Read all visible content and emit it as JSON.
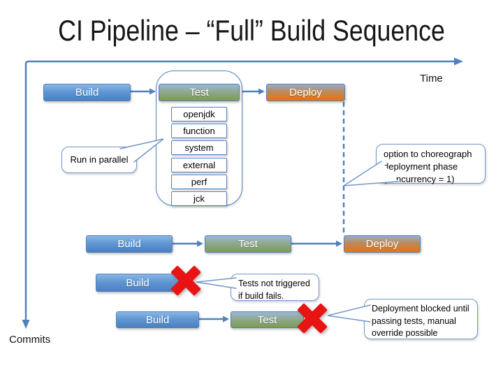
{
  "title": "CI Pipeline – “Full” Build Sequence",
  "axes": {
    "time": "Time",
    "commits": "Commits"
  },
  "stages": {
    "build": "Build",
    "test": "Test",
    "deploy": "Deploy"
  },
  "test_suites": [
    "openjdk",
    "function",
    "system",
    "external",
    "perf",
    "jck"
  ],
  "callouts": {
    "run_in_parallel": "Run in parallel",
    "choreograph": "option to choreograph deployment phase (concurrency = 1)",
    "tests_not_triggered": "Tests not triggered if build fails.",
    "deployment_blocked": "Deployment blocked until passing tests, manual override possible"
  },
  "colors": {
    "accent_blue": "#4f81bd",
    "callout_border_blue": "#7296c9",
    "fail_red": "#e81313",
    "build_gradient_top": "#8ab7e7",
    "build_gradient_bottom": "#4a80c0",
    "test_gradient_top": "#9cb8d6",
    "test_gradient_bottom": "#7d9b52",
    "deploy_gradient_top": "#9dabc8",
    "deploy_gradient_bottom": "#e2751a"
  }
}
